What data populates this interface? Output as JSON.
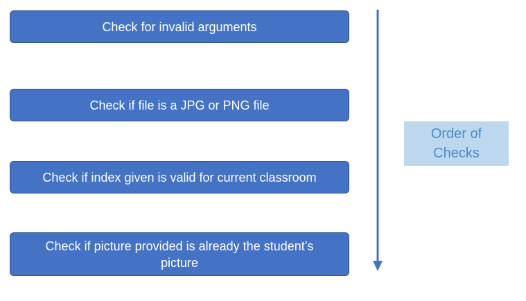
{
  "steps": [
    {
      "label": "Check for invalid arguments"
    },
    {
      "label": "Check if file is a JPG or PNG file"
    },
    {
      "label": "Check if index given is valid for current classroom"
    },
    {
      "label": "Check if picture provided is already the student’s picture"
    }
  ],
  "order_label": "Order of Checks",
  "colors": {
    "box_fill": "#4472c4",
    "box_border": "#2f528f",
    "box_text": "#ffffff",
    "arrow": "#4472c4",
    "label_fill": "#bdd7ee",
    "label_text": "#4a8bd0"
  }
}
